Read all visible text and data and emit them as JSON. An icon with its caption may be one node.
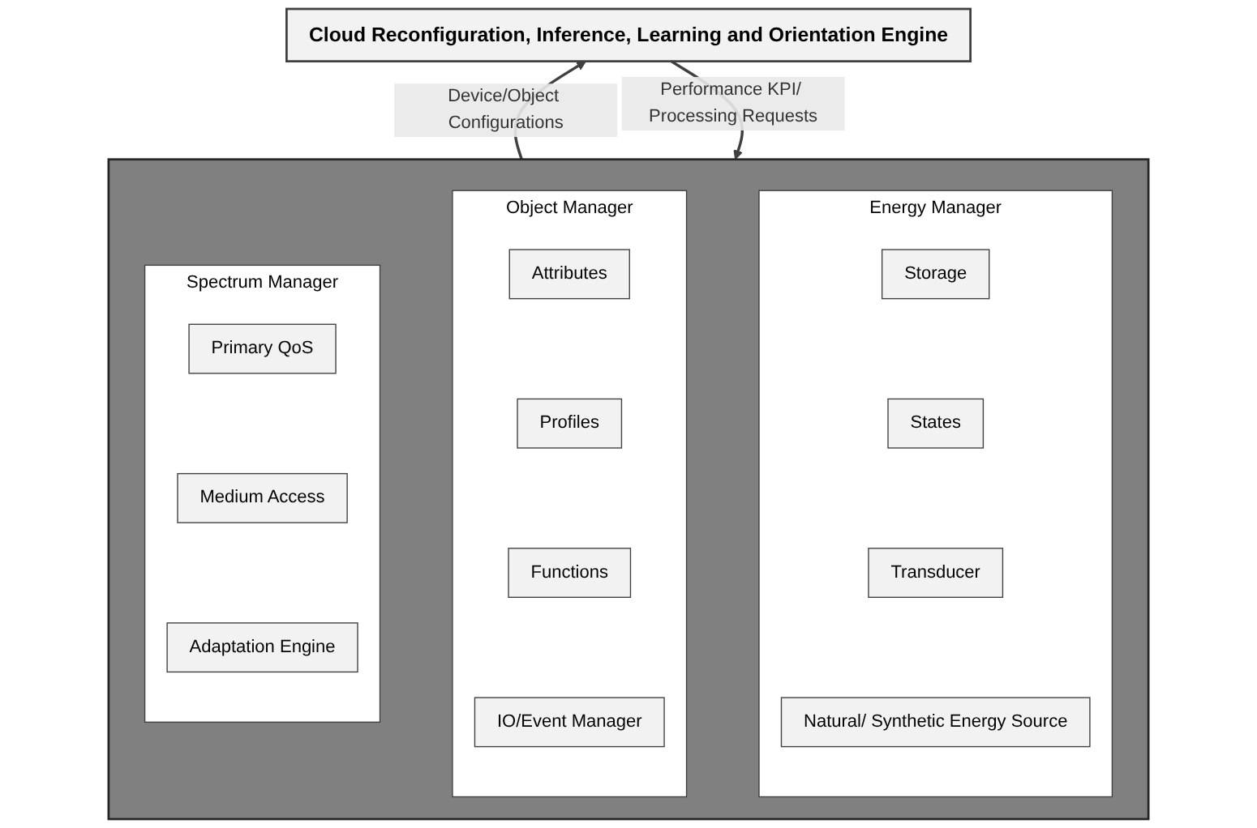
{
  "diagram": {
    "nodes": [
      {
        "text": [
          "Cloud Reconfiguration, Inference, Learning and Orientation Engine"
        ]
      },
      {
        "text": [],
        "shape": "box"
      },
      {
        "text": [
          "Spectrum Manager"
        ],
        "in": 1
      },
      {
        "text": [
          "Primary QoS"
        ],
        "in": 2
      },
      {
        "text": [
          "Medium Access"
        ],
        "in": 2
      },
      {
        "text": [
          "Adaptation Engine"
        ],
        "in": 2
      },
      {
        "text": [
          "Object Manager"
        ],
        "in": 1
      },
      {
        "text": [
          "Attributes"
        ],
        "in": 6
      },
      {
        "text": [
          "Profiles"
        ],
        "in": 6
      },
      {
        "text": [
          "Functions"
        ],
        "in": 6
      },
      {
        "text": [
          "IO/Event Manager"
        ],
        "in": 6
      },
      {
        "text": [
          "Energy Manager"
        ],
        "in": 1
      },
      {
        "text": [
          "Storage"
        ],
        "in": 11
      },
      {
        "text": [
          "States"
        ],
        "in": 11
      },
      {
        "text": [
          "Transducer"
        ],
        "in": 11
      },
      {
        "text": [
          "Natural/ Synthetic Energy Source"
        ],
        "in": 11
      }
    ],
    "edges": [
      {
        "from": 0,
        "to": 1,
        "arrow": "to",
        "label": "Performance KPI/ Processing Requests"
      },
      {
        "from": 1,
        "to": 0,
        "arrow": "to",
        "label": "Device/Object Configurations"
      }
    ]
  }
}
